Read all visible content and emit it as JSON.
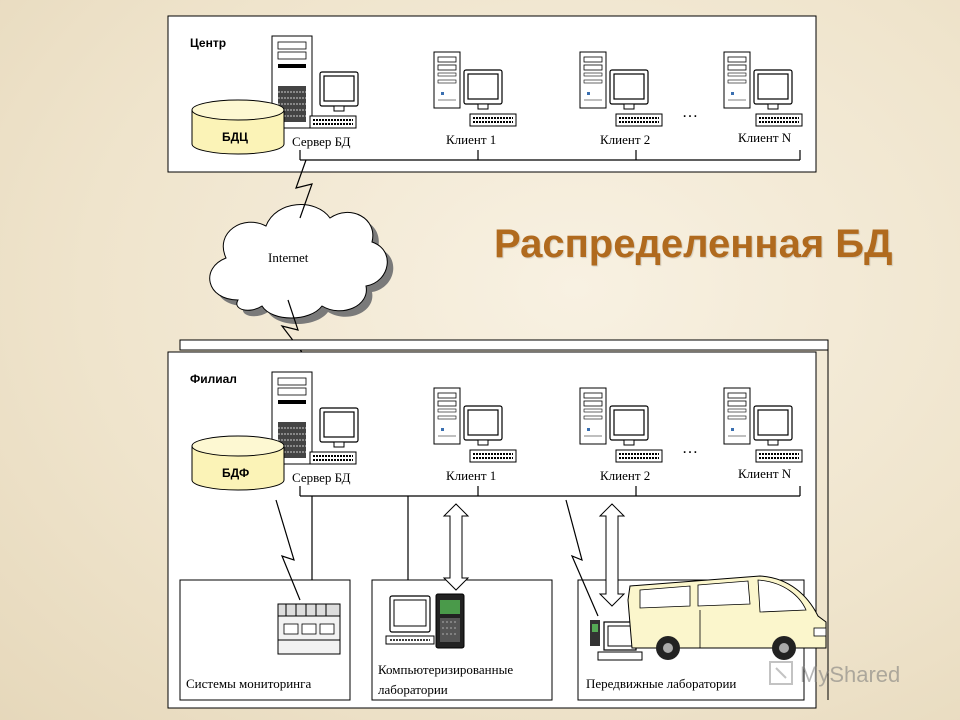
{
  "title": "Распределенная БД",
  "center": {
    "label": "Центр",
    "db_label": "БДЦ",
    "server_label": "Сервер БД",
    "clients": [
      "Клиент 1",
      "Клиент 2",
      "Клиент N"
    ],
    "ellipsis": "…"
  },
  "internet_label": "Internet",
  "branch": {
    "label": "Филиал",
    "db_label": "БДФ",
    "server_label": "Сервер БД",
    "clients": [
      "Клиент 1",
      "Клиент 2",
      "Клиент N"
    ],
    "ellipsis": "…",
    "subsystems": {
      "monitoring": "Системы мониторинга",
      "labs_line1": "Компьютеризированные",
      "labs_line2": "лаборатории",
      "mobile": "Передвижные лаборатории"
    }
  },
  "watermark": "MyShared"
}
